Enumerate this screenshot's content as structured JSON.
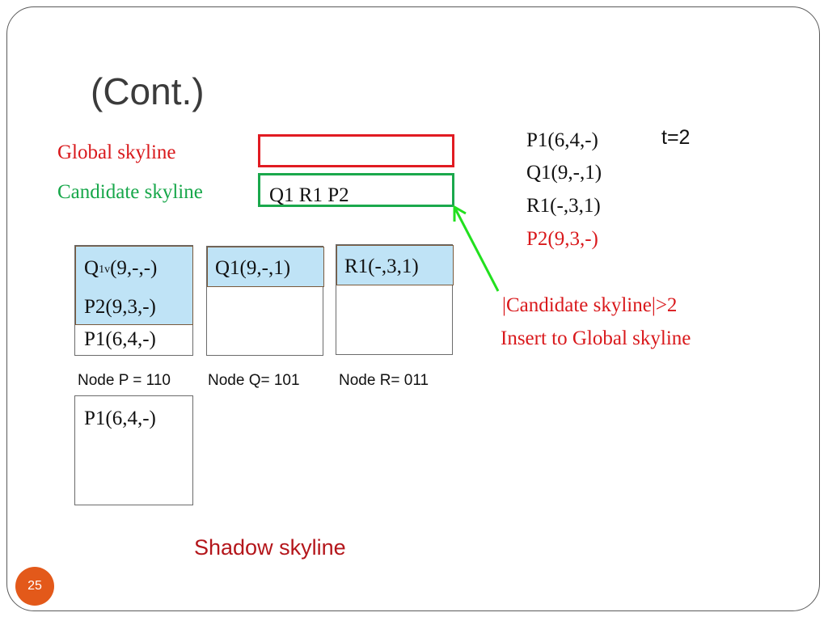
{
  "slide": {
    "title": "(Cont.)",
    "page_number": "25"
  },
  "legend": {
    "global_label": "Global skyline",
    "candidate_label": "Candidate skyline",
    "global_box_content": "",
    "candidate_box_content": "Q1 R1 P2"
  },
  "nodes": [
    {
      "label": "Node P = 110",
      "rows": [
        {
          "prefix": "Q",
          "sub": "1v",
          "text": "(9,-,-)",
          "highlighted": true
        },
        {
          "text": "P2(9,3,-)",
          "highlighted": true
        },
        {
          "text": "P1(6,4,-)",
          "highlighted": false
        }
      ]
    },
    {
      "label": "Node Q= 101",
      "rows": [
        {
          "text": "Q1(9,-,1)",
          "highlighted": true
        }
      ]
    },
    {
      "label": "Node R= 011",
      "rows": [
        {
          "text": "R1(-,3,1)",
          "highlighted": true
        }
      ]
    }
  ],
  "shadow_node": {
    "rows": [
      "P1(6,4,-)"
    ]
  },
  "shadow_label": "Shadow skyline",
  "points": {
    "time_label": "t=2",
    "items": [
      {
        "text": "P1(6,4,-)",
        "color": "#111111"
      },
      {
        "text": "Q1(9,-,1)",
        "color": "#111111"
      },
      {
        "text": "R1(-,3,1)",
        "color": "#111111"
      },
      {
        "text": "P2(9,3,-)",
        "color": "#d9191c"
      }
    ]
  },
  "note": {
    "line1": "|Candidate skyline|>2",
    "line2": "Insert to Global skyline"
  },
  "colors": {
    "global": "#e11b22",
    "candidate": "#1aa84c",
    "highlight": "#bfe3f6",
    "arrow": "#22e01f",
    "accent": "#e3591a"
  }
}
